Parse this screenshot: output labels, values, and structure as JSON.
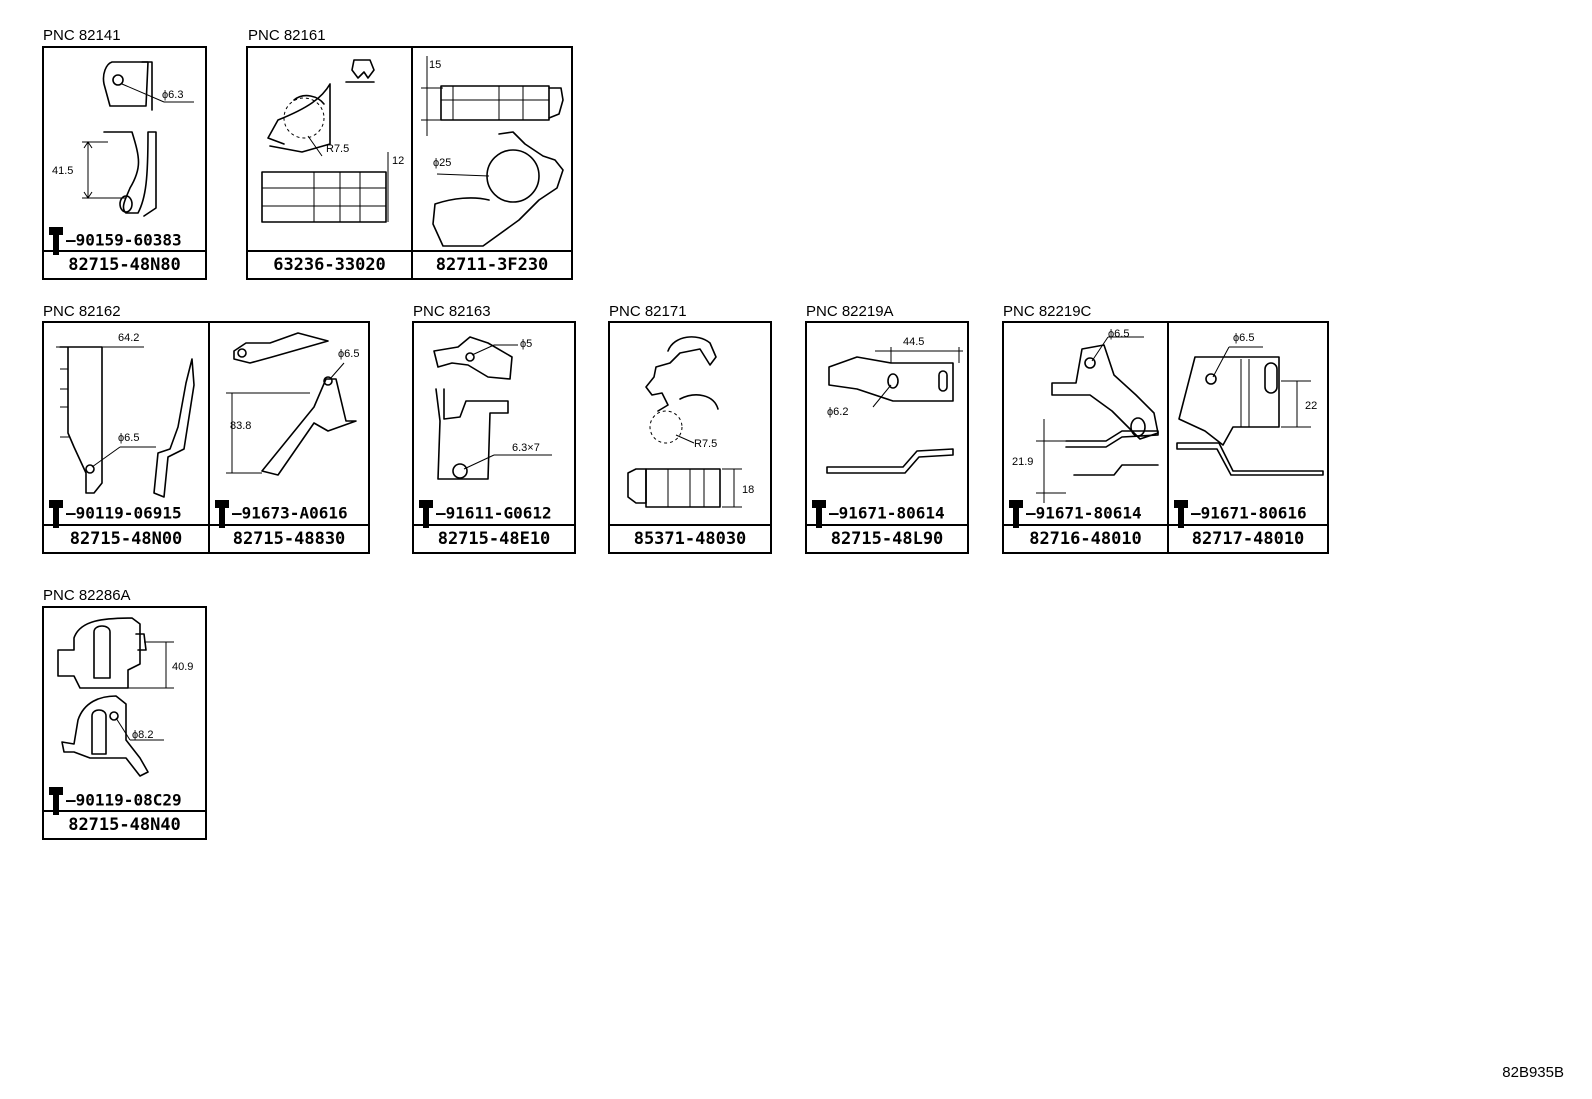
{
  "groups": [
    {
      "pnc": "PNC 82141",
      "cells": [
        {
          "part": "82715-48N80",
          "bolt": "90159-60383",
          "dims": [
            "ϕ6.3",
            "41.5"
          ]
        }
      ]
    },
    {
      "pnc": "PNC 82161",
      "cells": [
        {
          "part": "63236-33020",
          "dims": [
            "R7.5",
            "12"
          ]
        },
        {
          "part": "82711-3F230",
          "dims": [
            "15",
            "ϕ25"
          ]
        }
      ]
    },
    {
      "pnc": "PNC 82162",
      "cells": [
        {
          "part": "82715-48N00",
          "bolt": "90119-06915",
          "dims": [
            "64.2",
            "ϕ6.5"
          ]
        },
        {
          "part": "82715-48830",
          "bolt": "91673-A0616",
          "dims": [
            "ϕ6.5",
            "83.8"
          ]
        }
      ]
    },
    {
      "pnc": "PNC 82163",
      "cells": [
        {
          "part": "82715-48E10",
          "bolt": "91611-G0612",
          "dims": [
            "ϕ5",
            "6.3×7"
          ]
        }
      ]
    },
    {
      "pnc": "PNC 82171",
      "cells": [
        {
          "part": "85371-48030",
          "dims": [
            "R7.5",
            "18"
          ]
        }
      ]
    },
    {
      "pnc": "PNC 82219A",
      "cells": [
        {
          "part": "82715-48L90",
          "bolt": "91671-80614",
          "dims": [
            "44.5",
            "ϕ6.2"
          ]
        }
      ]
    },
    {
      "pnc": "PNC 82219C",
      "cells": [
        {
          "part": "82716-48010",
          "bolt": "91671-80614",
          "dims": [
            "ϕ6.5",
            "21.9"
          ]
        },
        {
          "part": "82717-48010",
          "bolt": "91671-80616",
          "dims": [
            "ϕ6.5",
            "22"
          ]
        }
      ]
    },
    {
      "pnc": "PNC 82286A",
      "cells": [
        {
          "part": "82715-48N40",
          "bolt": "90119-08C29",
          "dims": [
            "40.9",
            "ϕ8.2"
          ]
        }
      ]
    }
  ],
  "reference": "82B935B"
}
